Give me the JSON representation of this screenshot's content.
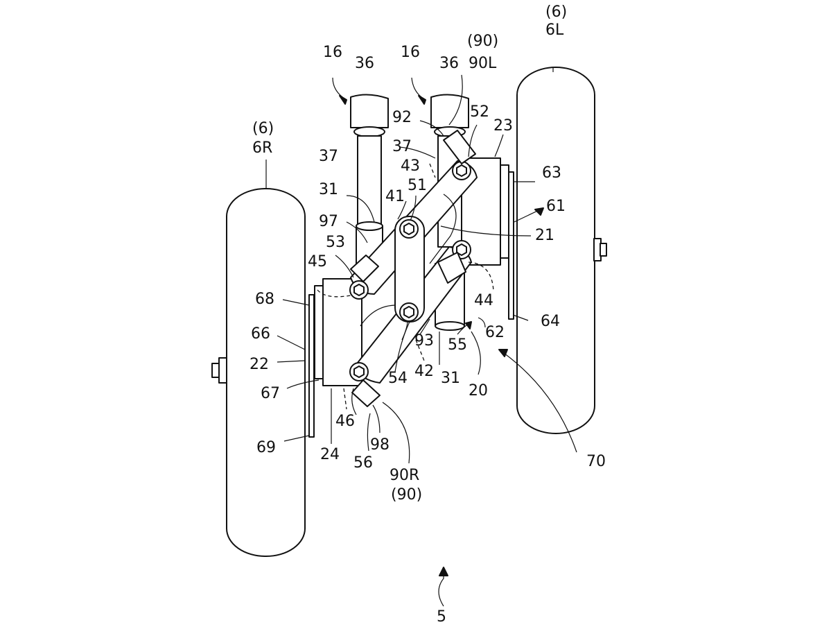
{
  "figure": {
    "callouts": [
      {
        "id": "c-16a",
        "text": "16"
      },
      {
        "id": "c-36a",
        "text": "36"
      },
      {
        "id": "c-16b",
        "text": "16"
      },
      {
        "id": "c-36b",
        "text": "36"
      },
      {
        "id": "c-90p",
        "text": "(90)"
      },
      {
        "id": "c-90L",
        "text": "90L"
      },
      {
        "id": "c-6p-top",
        "text": "(6)"
      },
      {
        "id": "c-6L",
        "text": "6L"
      },
      {
        "id": "c-6p-left",
        "text": "(6)"
      },
      {
        "id": "c-6R",
        "text": "6R"
      },
      {
        "id": "c-92",
        "text": "92"
      },
      {
        "id": "c-52",
        "text": "52"
      },
      {
        "id": "c-23",
        "text": "23"
      },
      {
        "id": "c-37a",
        "text": "37"
      },
      {
        "id": "c-37b",
        "text": "37"
      },
      {
        "id": "c-43",
        "text": "43"
      },
      {
        "id": "c-63",
        "text": "63"
      },
      {
        "id": "c-31a",
        "text": "31"
      },
      {
        "id": "c-51",
        "text": "51"
      },
      {
        "id": "c-41",
        "text": "41"
      },
      {
        "id": "c-61",
        "text": "61"
      },
      {
        "id": "c-97",
        "text": "97"
      },
      {
        "id": "c-21",
        "text": "21"
      },
      {
        "id": "c-53",
        "text": "53"
      },
      {
        "id": "c-45",
        "text": "45"
      },
      {
        "id": "c-68",
        "text": "68"
      },
      {
        "id": "c-44",
        "text": "44"
      },
      {
        "id": "c-64",
        "text": "64"
      },
      {
        "id": "c-62",
        "text": "62"
      },
      {
        "id": "c-66",
        "text": "66"
      },
      {
        "id": "c-93",
        "text": "93"
      },
      {
        "id": "c-55",
        "text": "55"
      },
      {
        "id": "c-22",
        "text": "22"
      },
      {
        "id": "c-54",
        "text": "54"
      },
      {
        "id": "c-42",
        "text": "42"
      },
      {
        "id": "c-31b",
        "text": "31"
      },
      {
        "id": "c-20",
        "text": "20"
      },
      {
        "id": "c-67",
        "text": "67"
      },
      {
        "id": "c-46",
        "text": "46"
      },
      {
        "id": "c-98",
        "text": "98"
      },
      {
        "id": "c-69",
        "text": "69"
      },
      {
        "id": "c-24",
        "text": "24"
      },
      {
        "id": "c-56",
        "text": "56"
      },
      {
        "id": "c-90R",
        "text": "90R"
      },
      {
        "id": "c-90p-bottom",
        "text": "(90)"
      },
      {
        "id": "c-70",
        "text": "70"
      },
      {
        "id": "c-5",
        "text": "5"
      }
    ]
  }
}
